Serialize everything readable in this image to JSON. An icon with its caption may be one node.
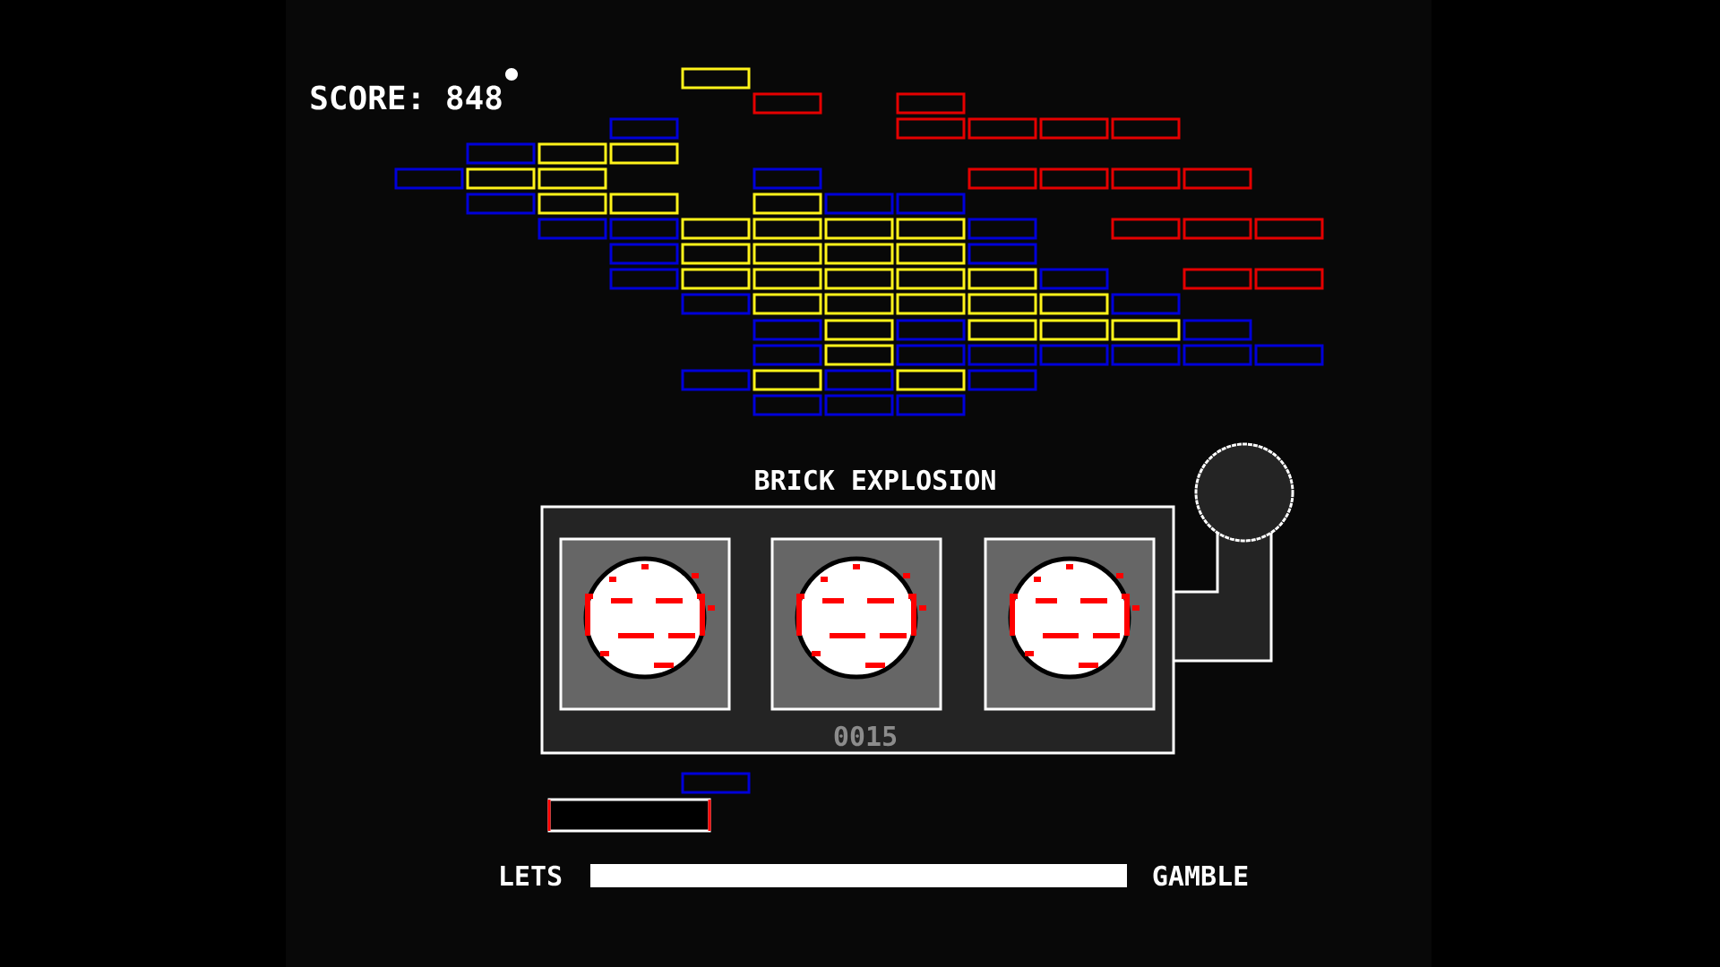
{
  "diagram": {
    "labels": [
      "SCORE: 848",
      "BRICK EXPLOSION",
      "0015",
      "LETS",
      "GAMBLE"
    ]
  }
}
